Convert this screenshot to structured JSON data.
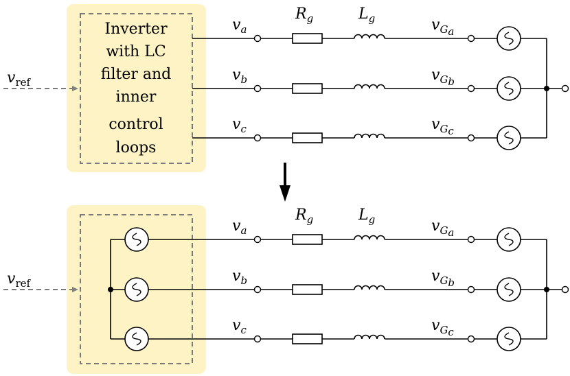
{
  "colors": {
    "highlight": "#fdf3c4",
    "dashed_box": "#7a7a7a",
    "arrow": "#808080"
  },
  "top_block": {
    "lines": [
      "Inverter",
      "with LC",
      "filter and",
      "inner",
      "control",
      "loops"
    ]
  },
  "reference": {
    "symbol": "v",
    "subscript": "ref"
  },
  "phases": [
    {
      "v_symbol": "v",
      "v_sub": "a",
      "g_symbol": "v",
      "g_sub": "G",
      "g_subsub": "a"
    },
    {
      "v_symbol": "v",
      "v_sub": "b",
      "g_symbol": "v",
      "g_sub": "G",
      "g_subsub": "b"
    },
    {
      "v_symbol": "v",
      "v_sub": "c",
      "g_symbol": "v",
      "g_sub": "G",
      "g_subsub": "c"
    }
  ],
  "components": {
    "resistor": {
      "symbol": "R",
      "sub": "g"
    },
    "inductor": {
      "symbol": "L",
      "sub": "g"
    }
  }
}
